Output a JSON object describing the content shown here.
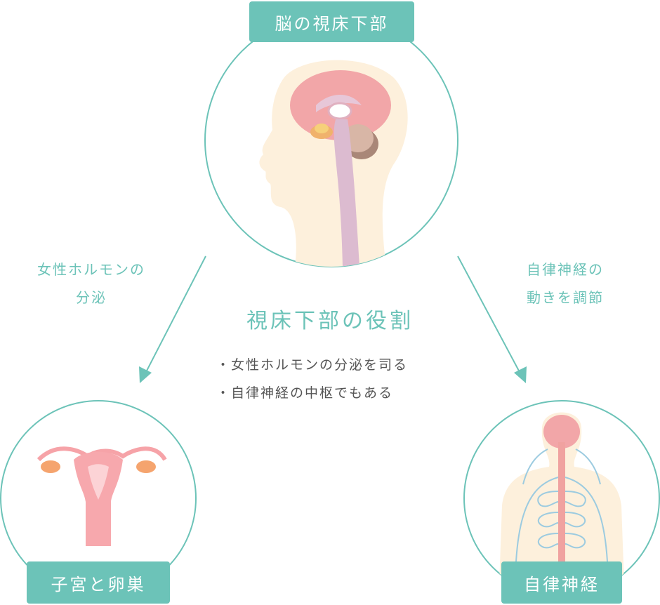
{
  "top_node": {
    "label": "脳の視床下部"
  },
  "left_node": {
    "label": "子宮と卵巣"
  },
  "right_node": {
    "label": "自律神経"
  },
  "left_arrow_label": {
    "line1": "女性ホルモンの",
    "line2": "分泌"
  },
  "right_arrow_label": {
    "line1": "自律神経の",
    "line2": "動きを調節"
  },
  "center": {
    "title": "視床下部の役割",
    "bullets": [
      "・女性ホルモンの分泌を司る",
      "・自律神経の中枢でもある"
    ]
  },
  "colors": {
    "accent": "#6cc3b8",
    "text": "#555555",
    "skin": "#fdf0dc",
    "pink": "#f6a3a8"
  }
}
